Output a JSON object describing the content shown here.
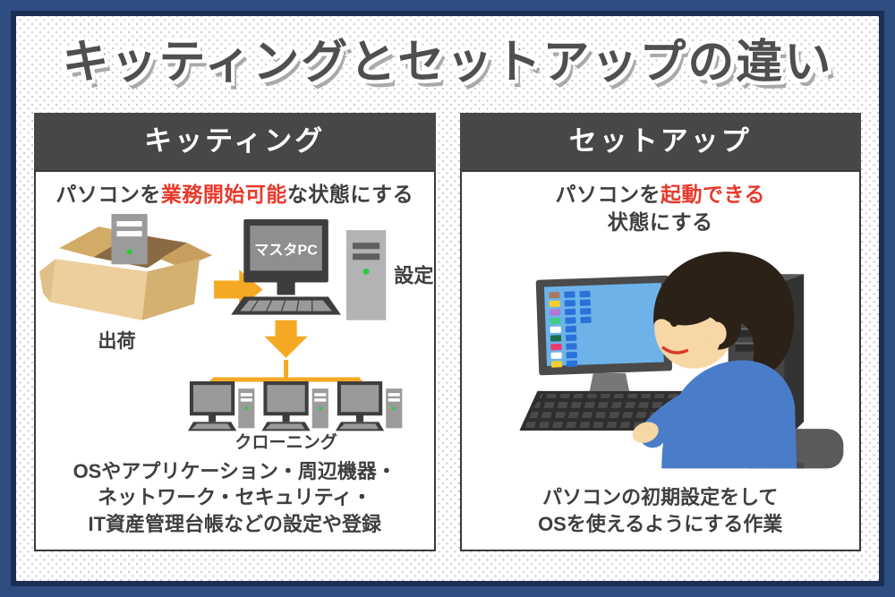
{
  "title": "キッティングとセットアップの違い",
  "kitting": {
    "header": "キッティング",
    "lead": {
      "prefix": "パソコンを",
      "highlight": "業務開始可能",
      "suffix": "な状態にする"
    },
    "diagram_labels": {
      "shipping": "出荷",
      "master_pc": "マスタPC",
      "setting": "設定",
      "cloning": "クローニング"
    },
    "footer_lines": [
      "OSやアプリケーション・周辺機器・",
      "ネットワーク・セキュリティ・",
      "IT資産管理台帳などの設定や登録"
    ]
  },
  "setup": {
    "header": "セットアップ",
    "lead": {
      "prefix": "パソコンを",
      "highlight": "起動できる",
      "line2": "状態にする"
    },
    "footer_lines": [
      "パソコンの初期設定をして",
      "OSを使えるようにする作業"
    ],
    "screen_icons": [
      [
        "#a87a5f",
        "#f2cf2e",
        "#b078d8",
        "#3ecf82",
        "#ffffff",
        "#1d6f4c",
        "#e83a6e",
        "#ffffff",
        "#f2cf2e"
      ],
      [
        "#2a72d8",
        "#2a72d8",
        "#2a72d8",
        "#2a72d8",
        "#2a72d8",
        "#2a72d8",
        "#2a72d8",
        "#2a72d8",
        "#2a72d8"
      ],
      [
        "#2a72d8",
        "#2a72d8",
        "#2a72d8",
        "#2a72d8"
      ]
    ]
  },
  "colors": {
    "frame_navy": "#2e4d80",
    "frame_navy_dark": "#1b2f55",
    "header_gray": "#474747",
    "text_gray": "#3f3f3f",
    "accent_red": "#e8392b",
    "accent_orange": "#f5a823",
    "screen_blue": "#6db3ea",
    "shirt_blue": "#4a7dc9",
    "box_tan": "#ecd2a0"
  }
}
